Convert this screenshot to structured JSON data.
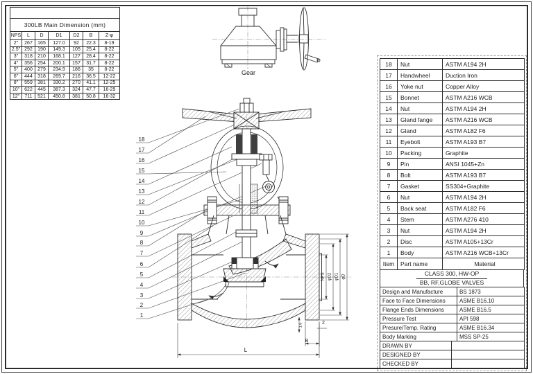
{
  "dimension_table": {
    "title": "300LB Main Dimension (mm)",
    "headers": [
      "NPS",
      "L",
      "D",
      "D1",
      "D2",
      "B",
      "Z-φ"
    ],
    "rows": [
      [
        "2\"",
        "267",
        "165",
        "127.0",
        "92",
        "22.3",
        "8-19"
      ],
      [
        "2.5\"",
        "292",
        "190",
        "149.3",
        "105",
        "25.4",
        "8-22"
      ],
      [
        "3\"",
        "318",
        "210",
        "168.1",
        "127",
        "28.4",
        "8-22"
      ],
      [
        "4\"",
        "356",
        "254",
        "200.1",
        "157",
        "31.7",
        "8-22"
      ],
      [
        "5\"",
        "400",
        "279",
        "234.9",
        "186",
        "35",
        "8-22"
      ],
      [
        "6\"",
        "444",
        "318",
        "269.7",
        "216",
        "36.5",
        "12-22"
      ],
      [
        "8\"",
        "559",
        "381",
        "330.2",
        "270",
        "41.1",
        "12-25"
      ],
      [
        "10\"",
        "622",
        "445",
        "387.3",
        "324",
        "47.7",
        "16-29"
      ],
      [
        "12\"",
        "711",
        "521",
        "450.8",
        "381",
        "50.8",
        "16-32"
      ]
    ]
  },
  "gear_label": "Gear",
  "callouts": [
    "18",
    "17",
    "16",
    "15",
    "14",
    "13",
    "12",
    "11",
    "10",
    "9",
    "8",
    "7",
    "6",
    "5",
    "4",
    "3",
    "2",
    "1"
  ],
  "drawing_dims": {
    "length": "L",
    "flange_thickness": "B",
    "raised_face_height": "2",
    "small_dim": "1.6",
    "bore": "NPS",
    "raised_face_dia": "φD2",
    "bolt_circle_dia": "φD1",
    "flange_od": "φD"
  },
  "parts_table": {
    "header": {
      "item": "Item",
      "part_name": "Part name",
      "material": "Material"
    },
    "items": [
      {
        "item": "18",
        "name": "Nut",
        "material": "ASTM A194 2H"
      },
      {
        "item": "17",
        "name": "Handwheel",
        "material": "Duction Iron"
      },
      {
        "item": "16",
        "name": "Yoke nut",
        "material": "Copper Alloy"
      },
      {
        "item": "15",
        "name": "Bonnet",
        "material": "ASTM A216 WCB"
      },
      {
        "item": "14",
        "name": "Nut",
        "material": "ASTM A194 2H"
      },
      {
        "item": "13",
        "name": "Gland fange",
        "material": "ASTM A216 WCB"
      },
      {
        "item": "12",
        "name": "Gland",
        "material": "ASTM A182 F6"
      },
      {
        "item": "11",
        "name": "Eyebolt",
        "material": "ASTM A193 B7"
      },
      {
        "item": "10",
        "name": "Packing",
        "material": "Graphite"
      },
      {
        "item": "9",
        "name": "Pin",
        "material": "ANSI 1045+Zn"
      },
      {
        "item": "8",
        "name": "Bolt",
        "material": "ASTM A193 B7"
      },
      {
        "item": "7",
        "name": "Gasket",
        "material": "SS304+Graphite"
      },
      {
        "item": "6",
        "name": "Nut",
        "material": "ASTM A194 2H"
      },
      {
        "item": "5",
        "name": "Back seat",
        "material": "ASTM A182 F6"
      },
      {
        "item": "4",
        "name": "Stem",
        "material": "ASTM A276 410"
      },
      {
        "item": "3",
        "name": "Nut",
        "material": "ASTM A194 2H"
      },
      {
        "item": "2",
        "name": "Disc",
        "material": "ASTM A105+13Cr"
      },
      {
        "item": "1",
        "name": "Body",
        "material": "ASTM A216 WCB+13Cr"
      }
    ]
  },
  "title_block": {
    "class_line1": "CLASS 300, HW-OP",
    "class_line2": "BB, RF,GLOBE VALVES",
    "specs": [
      {
        "label": "Design and Manufacture",
        "value": "BS 1873"
      },
      {
        "label": "Face to Face Dimensions",
        "value": "ASME B16.10"
      },
      {
        "label": "Flange Ends Dimensions",
        "value": "ASME B16.5"
      },
      {
        "label": "Pressure Test",
        "value": "API 598"
      },
      {
        "label": "Presure/Temp. Rating",
        "value": "ASME B16.34"
      },
      {
        "label": "Body Marking",
        "value": "MSS SP-25"
      }
    ],
    "signoff": [
      {
        "label": "DRAWN BY",
        "value": ""
      },
      {
        "label": "DESIGNED BY",
        "value": ""
      },
      {
        "label": "CHECKED  BY",
        "value": ""
      }
    ]
  }
}
